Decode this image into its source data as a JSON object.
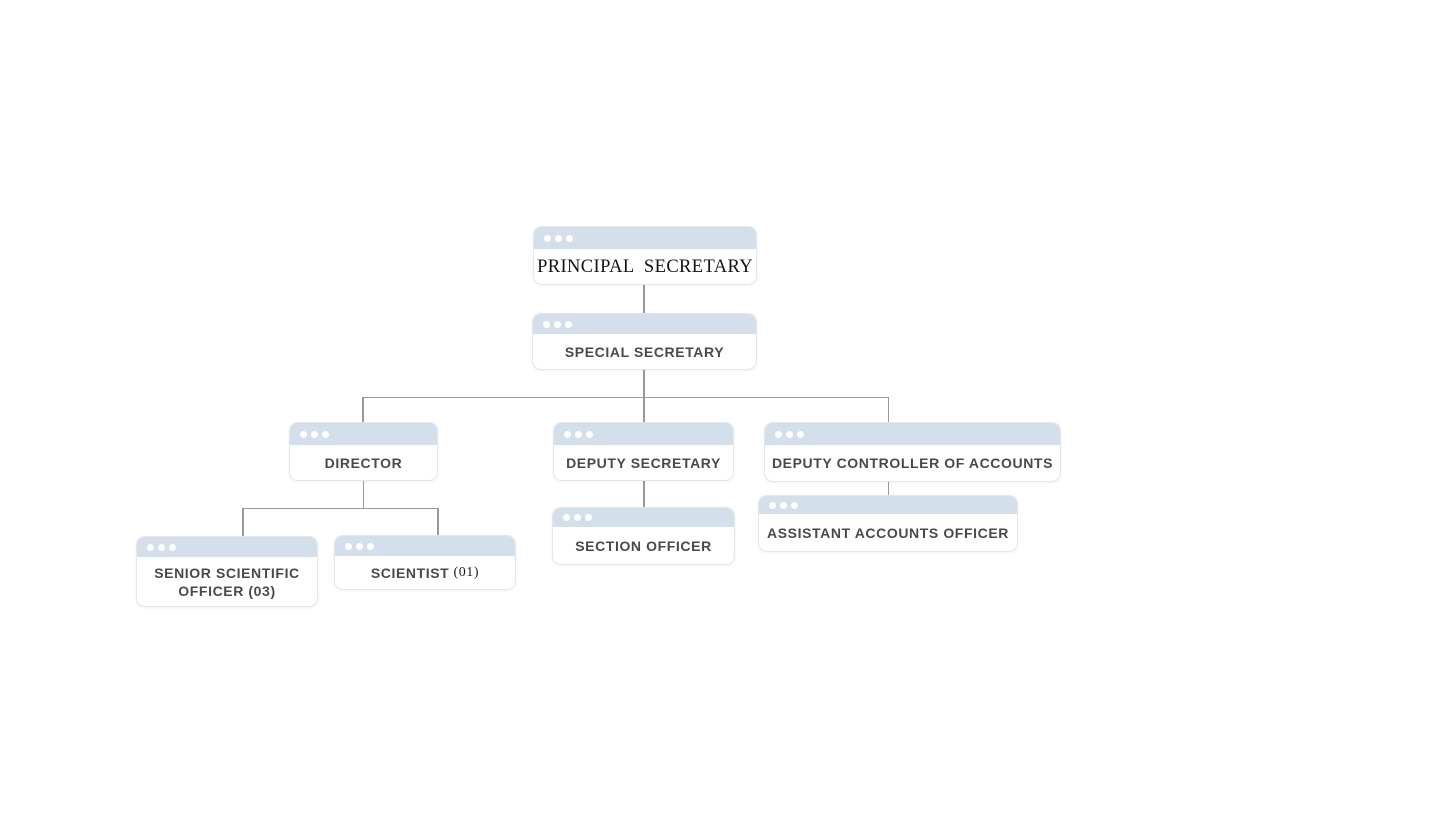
{
  "diagram": {
    "type": "org-chart",
    "colors": {
      "background": "#ffffff",
      "titlebar": "#d3dfea",
      "titlebar_dot": "#ffffff",
      "node_border": "#e3e7ea",
      "label_text": "#47494c",
      "root_label_text": "#121212",
      "connector": "#97999b"
    },
    "window_chrome": {
      "dots_per_bar": 3,
      "dot_icon": "circle-dot"
    },
    "nodes": [
      {
        "id": "principal-secretary",
        "label": "PRINCIPAL  SECRETARY"
      },
      {
        "id": "special-secretary",
        "label": "SPECIAL SECRETARY"
      },
      {
        "id": "director",
        "label": "DIRECTOR"
      },
      {
        "id": "deputy-secretary",
        "label": "DEPUTY SECRETARY"
      },
      {
        "id": "deputy-controller-of-accounts",
        "label": "DEPUTY CONTROLLER OF ACCOUNTS"
      },
      {
        "id": "senior-scientific-officer",
        "label": "SENIOR SCIENTIFIC OFFICER (03)"
      },
      {
        "id": "scientist",
        "label": "SCIENTIST",
        "suffix": " (01)"
      },
      {
        "id": "section-officer",
        "label": "SECTION OFFICER"
      },
      {
        "id": "assistant-accounts-officer",
        "label": "ASSISTANT ACCOUNTS OFFICER"
      }
    ],
    "edges": [
      {
        "from": "principal-secretary",
        "to": "special-secretary"
      },
      {
        "from": "special-secretary",
        "to": "director"
      },
      {
        "from": "special-secretary",
        "to": "deputy-secretary"
      },
      {
        "from": "special-secretary",
        "to": "deputy-controller-of-accounts"
      },
      {
        "from": "director",
        "to": "senior-scientific-officer"
      },
      {
        "from": "director",
        "to": "scientist"
      },
      {
        "from": "deputy-secretary",
        "to": "section-officer"
      },
      {
        "from": "deputy-controller-of-accounts",
        "to": "assistant-accounts-officer"
      }
    ]
  }
}
